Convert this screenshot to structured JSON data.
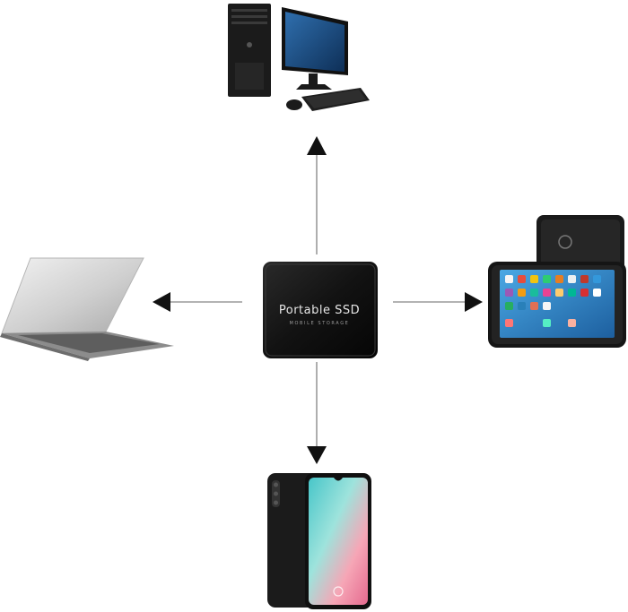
{
  "center_device": {
    "title": "Portable SSD",
    "subtitle": "MOBILE STORAGE"
  },
  "devices": [
    {
      "name": "desktop-computer-icon",
      "direction": "up"
    },
    {
      "name": "laptop-icon",
      "direction": "left"
    },
    {
      "name": "rugged-tablet-icon",
      "direction": "right"
    },
    {
      "name": "smartphone-icon",
      "direction": "down"
    }
  ],
  "colors": {
    "arrow": "#111111",
    "line": "#9a9a9a",
    "ssd_body": "#141414"
  }
}
